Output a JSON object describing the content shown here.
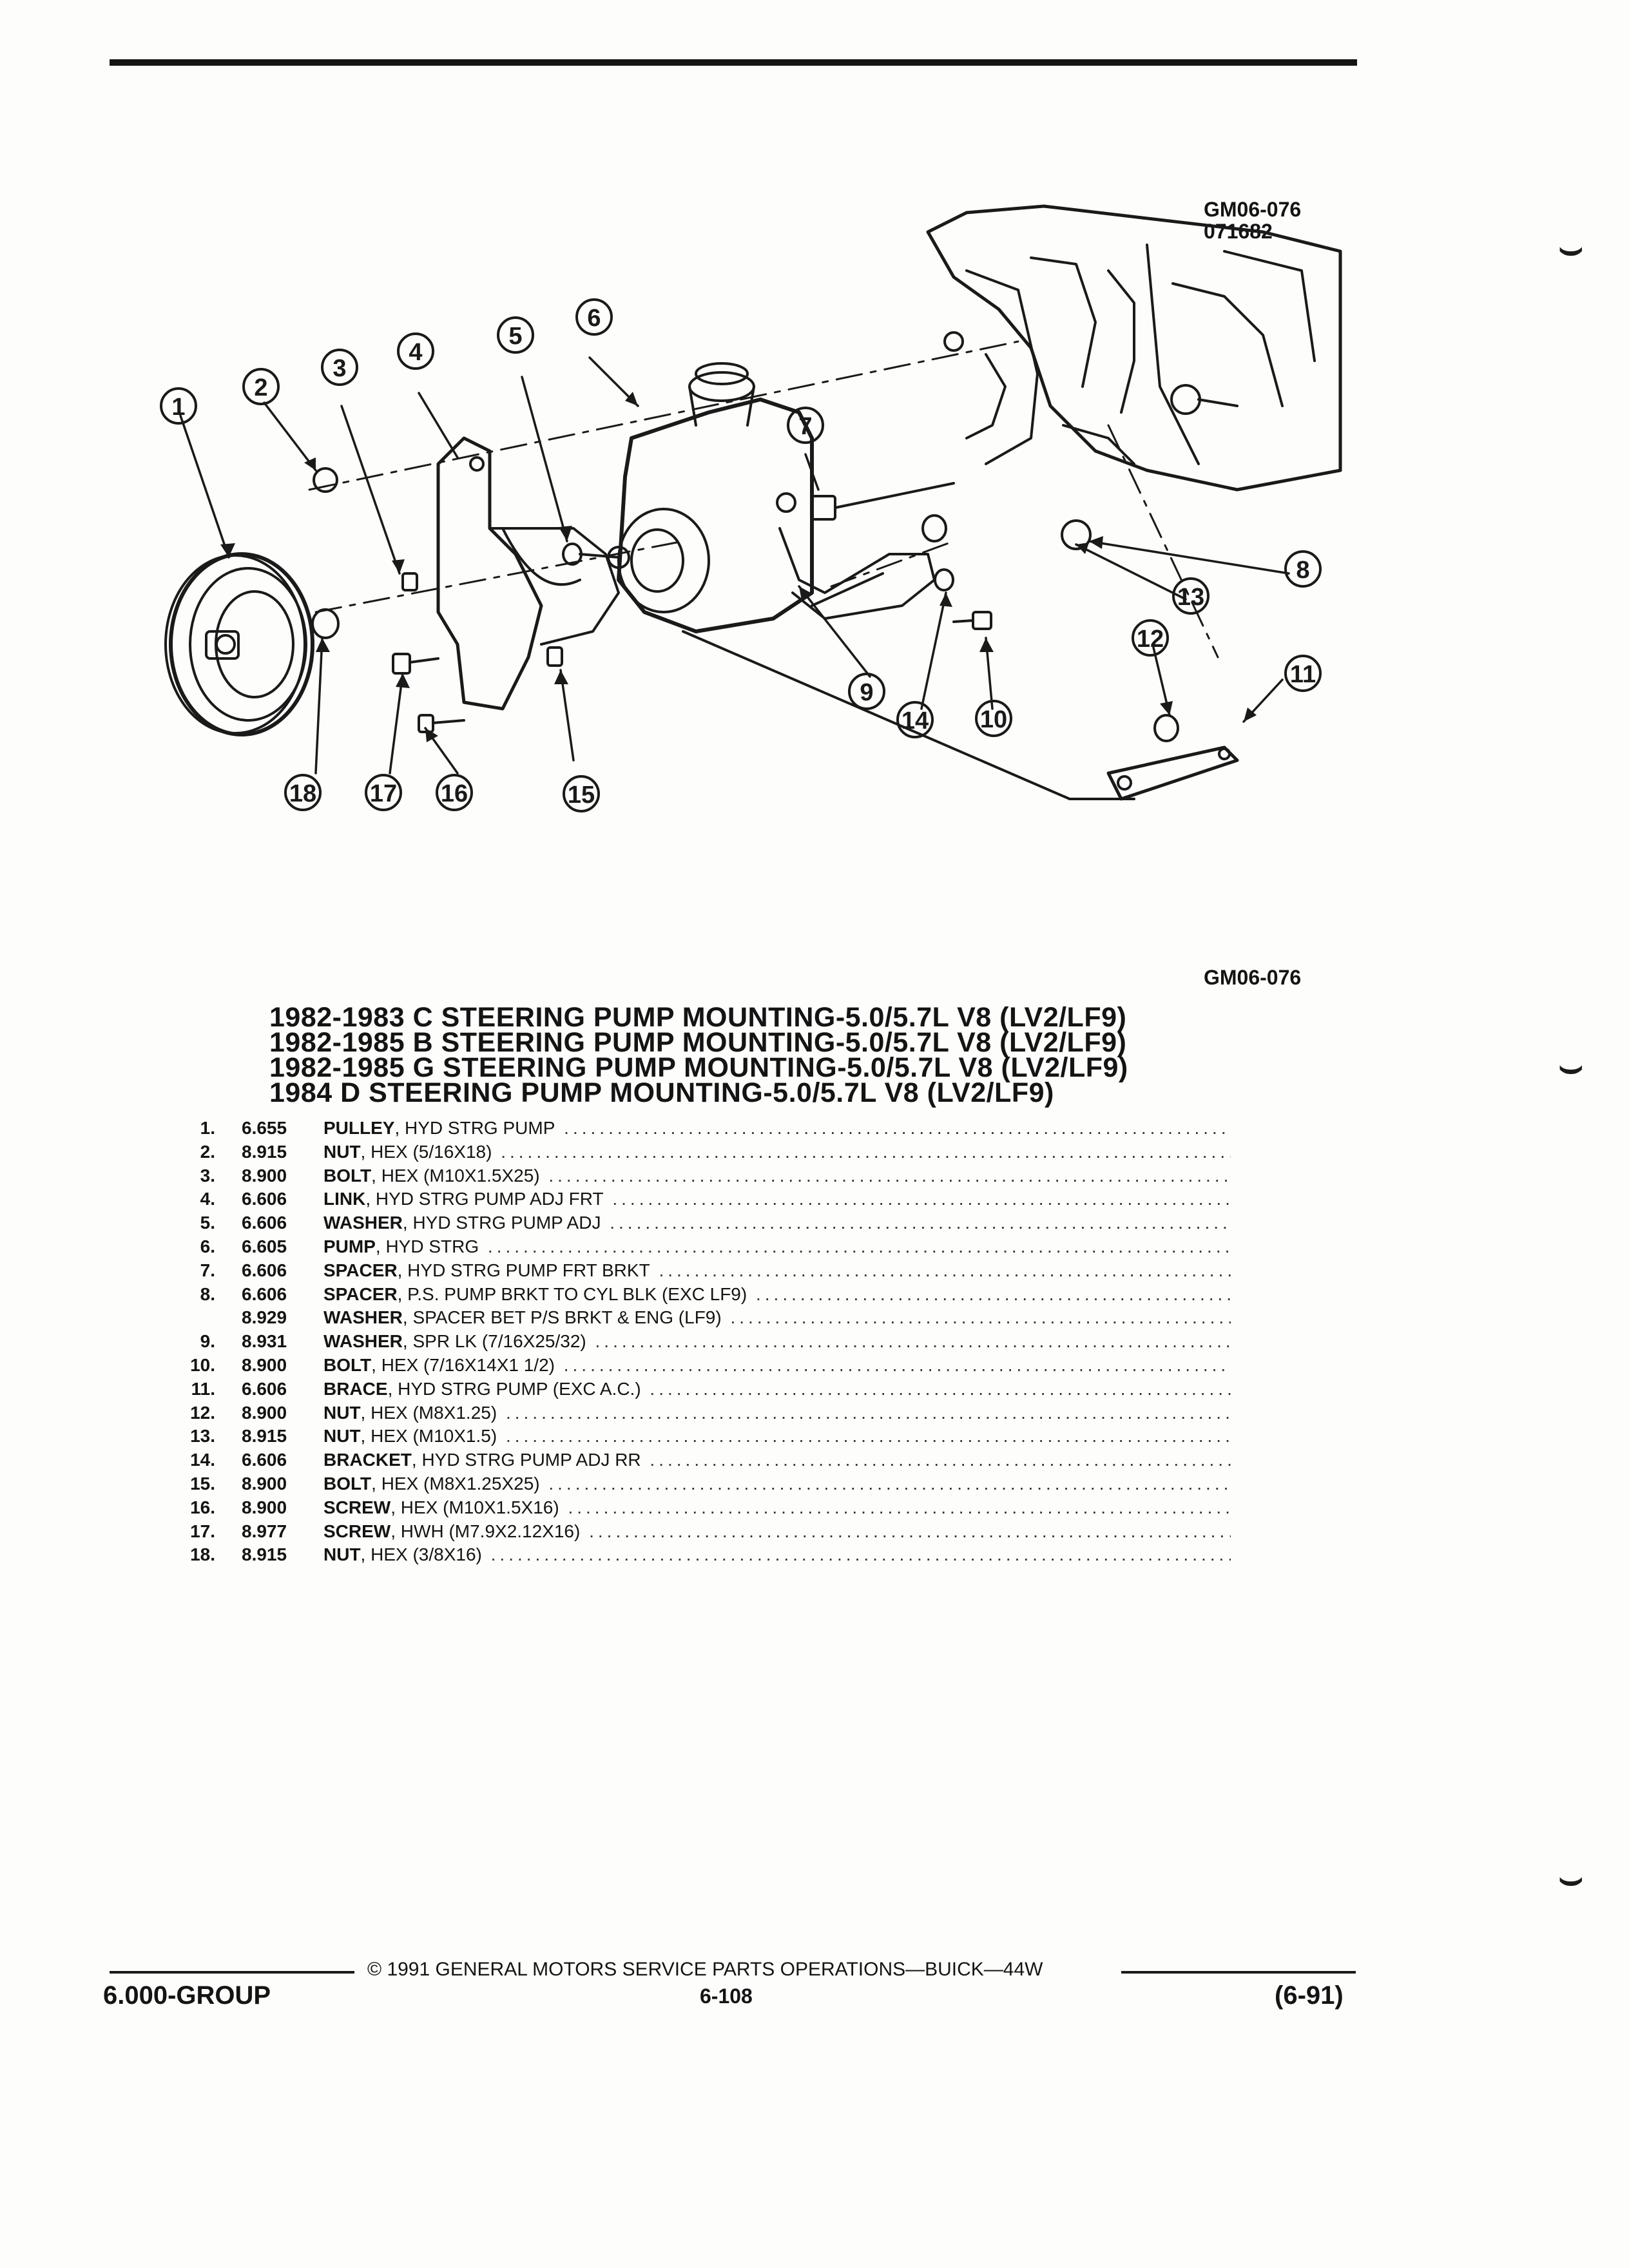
{
  "figure": {
    "code_top": "GM06-076",
    "code_date": "071682",
    "code_bottom": "GM06-076",
    "callouts": [
      "1",
      "2",
      "3",
      "4",
      "5",
      "6",
      "7",
      "8",
      "9",
      "10",
      "11",
      "12",
      "13",
      "14",
      "15",
      "16",
      "17",
      "18"
    ]
  },
  "titles": [
    "1982-1983 C STEERING PUMP MOUNTING-5.0/5.7L V8 (LV2/LF9)",
    "1982-1985 B STEERING PUMP MOUNTING-5.0/5.7L V8 (LV2/LF9)",
    "1982-1985 G STEERING PUMP MOUNTING-5.0/5.7L V8 (LV2/LF9)",
    "1984 D STEERING PUMP MOUNTING-5.0/5.7L V8 (LV2/LF9)"
  ],
  "parts": [
    {
      "num": "1.",
      "code": "6.655",
      "name": "PULLEY",
      "detail": ", HYD STRG PUMP"
    },
    {
      "num": "2.",
      "code": "8.915",
      "name": "NUT",
      "detail": ", HEX (5/16X18)"
    },
    {
      "num": "3.",
      "code": "8.900",
      "name": "BOLT",
      "detail": ", HEX (M10X1.5X25)"
    },
    {
      "num": "4.",
      "code": "6.606",
      "name": "LINK",
      "detail": ", HYD STRG PUMP ADJ FRT"
    },
    {
      "num": "5.",
      "code": "6.606",
      "name": "WASHER",
      "detail": ", HYD STRG PUMP ADJ"
    },
    {
      "num": "6.",
      "code": "6.605",
      "name": "PUMP",
      "detail": ", HYD STRG"
    },
    {
      "num": "7.",
      "code": "6.606",
      "name": "SPACER",
      "detail": ", HYD STRG PUMP FRT BRKT"
    },
    {
      "num": "8.",
      "code": "6.606",
      "name": "SPACER",
      "detail": ", P.S. PUMP BRKT TO CYL BLK (EXC LF9)"
    },
    {
      "num": "",
      "code": "8.929",
      "name": "WASHER",
      "detail": ", SPACER BET P/S BRKT & ENG (LF9)"
    },
    {
      "num": "9.",
      "code": "8.931",
      "name": "WASHER",
      "detail": ", SPR LK (7/16X25/32)"
    },
    {
      "num": "10.",
      "code": "8.900",
      "name": "BOLT",
      "detail": ", HEX (7/16X14X1 1/2)"
    },
    {
      "num": "11.",
      "code": "6.606",
      "name": "BRACE",
      "detail": ", HYD STRG PUMP (EXC A.C.)"
    },
    {
      "num": "12.",
      "code": "8.900",
      "name": "NUT",
      "detail": ", HEX (M8X1.25)"
    },
    {
      "num": "13.",
      "code": "8.915",
      "name": "NUT",
      "detail": ", HEX (M10X1.5)"
    },
    {
      "num": "14.",
      "code": "6.606",
      "name": "BRACKET",
      "detail": ", HYD STRG PUMP ADJ RR"
    },
    {
      "num": "15.",
      "code": "8.900",
      "name": "BOLT",
      "detail": ", HEX (M8X1.25X25)"
    },
    {
      "num": "16.",
      "code": "8.900",
      "name": "SCREW",
      "detail": ", HEX (M10X1.5X16)"
    },
    {
      "num": "17.",
      "code": "8.977",
      "name": "SCREW",
      "detail": ", HWH (M7.9X2.12X16)"
    },
    {
      "num": "18.",
      "code": "8.915",
      "name": "NUT",
      "detail": ", HEX (3/8X16)"
    }
  ],
  "footer": {
    "copyright": "© 1991 GENERAL MOTORS SERVICE PARTS OPERATIONS—BUICK—44W",
    "group": "6.000-GROUP",
    "page": "6-108",
    "revision": "(6-91)"
  }
}
